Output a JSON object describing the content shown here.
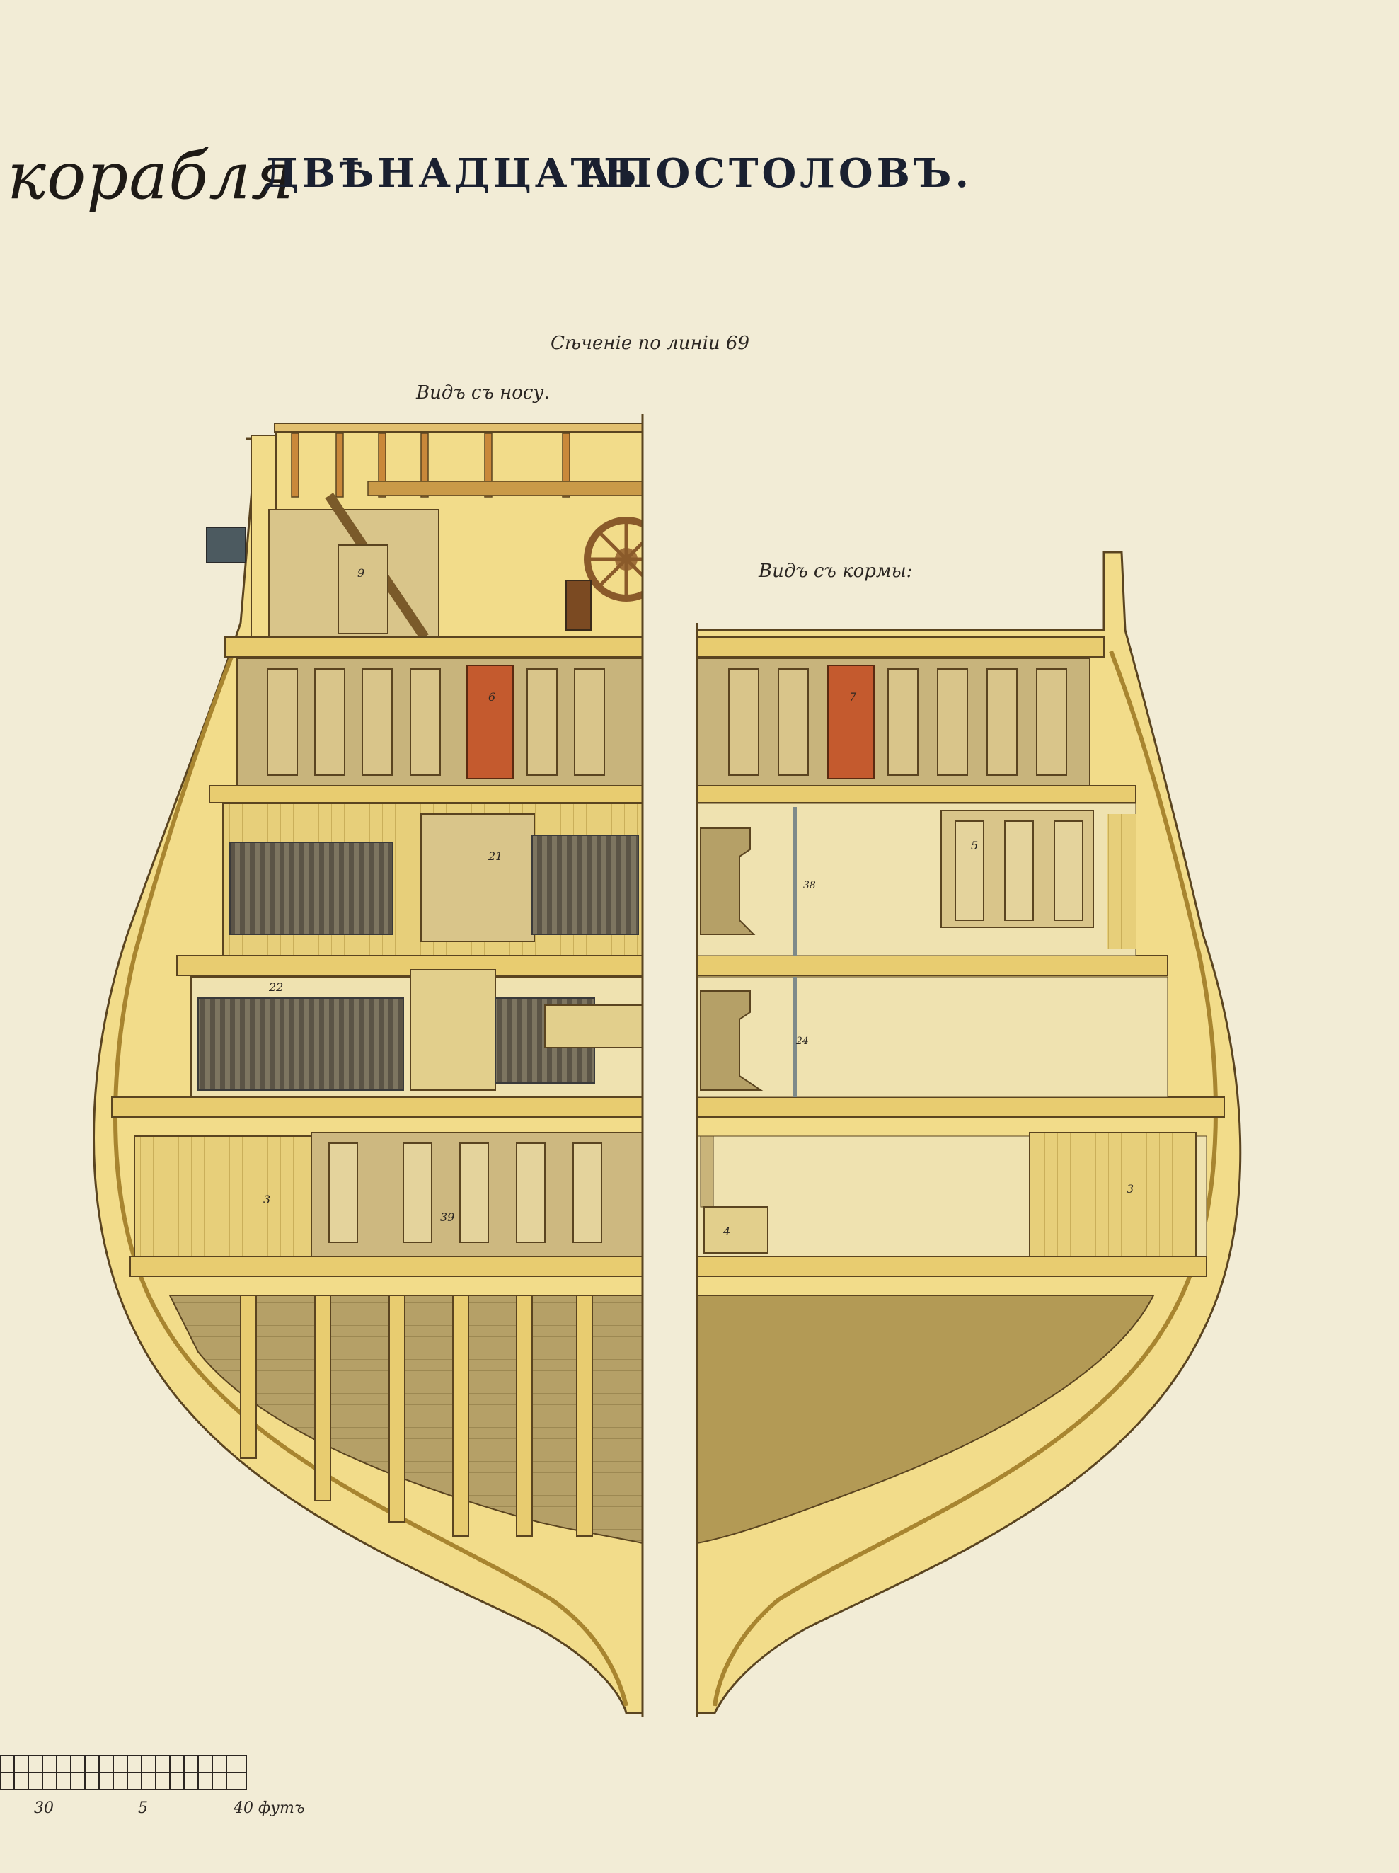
{
  "title": {
    "script_word": "корабля",
    "name_part1": "ДВѢНАДЦАТЬ",
    "name_part2": "АПОСТОЛОВЪ."
  },
  "captions": {
    "section": "Сѣченіе по линіи 69",
    "bow_view": "Видъ съ носу.",
    "stern_view": "Видъ съ кормы:"
  },
  "scale": {
    "labels": [
      "30",
      "5",
      "40 футъ"
    ]
  },
  "part_numbers": {
    "bow_wardroom_door": "9",
    "cabin_red_door_left": "6",
    "cabin_red_door_right": "7",
    "upper_gun_rack": "21",
    "stern_cabin_door": "5",
    "capstan_pillar_upper": "38",
    "lower_gun_rack": "22",
    "capstan_pillar_lower": "24",
    "orlop_store_left": "3",
    "orlop_cabins": "39",
    "orlop_store_right": "3",
    "orlop_small_box": "4"
  },
  "colors": {
    "paper": "#f2ecd6",
    "hull_wood": "#f2dc8a",
    "hull_frame": "#d9b24a",
    "bulkhead": "#d9c58a",
    "door_red": "#c45a2e",
    "hold_shadow": "#b39a55",
    "ink": "#3a2e20"
  }
}
